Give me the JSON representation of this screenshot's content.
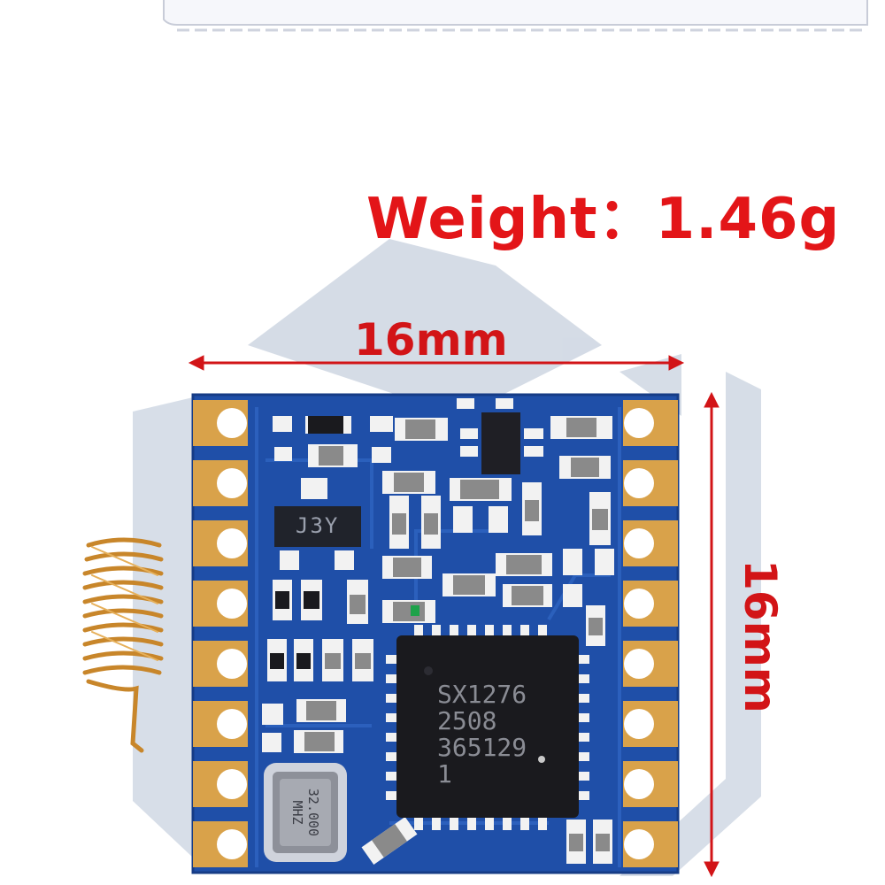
{
  "weight_label": "Weight：1.46g",
  "width_label": "16mm",
  "height_label": "16mm",
  "chip": {
    "model": "SX1276",
    "line2": "2508",
    "line3": "365129",
    "line4": "1"
  },
  "crystal": {
    "line1": "32.000",
    "line2": "MHZ"
  },
  "regulator_marking": "J3Y",
  "colors": {
    "label_red": "#e31518",
    "pcb_blue": "#1f4fa8",
    "pad_gold": "#d9a24a",
    "chip_black": "#1a1a1e",
    "antenna_copper": "#c8862a"
  }
}
